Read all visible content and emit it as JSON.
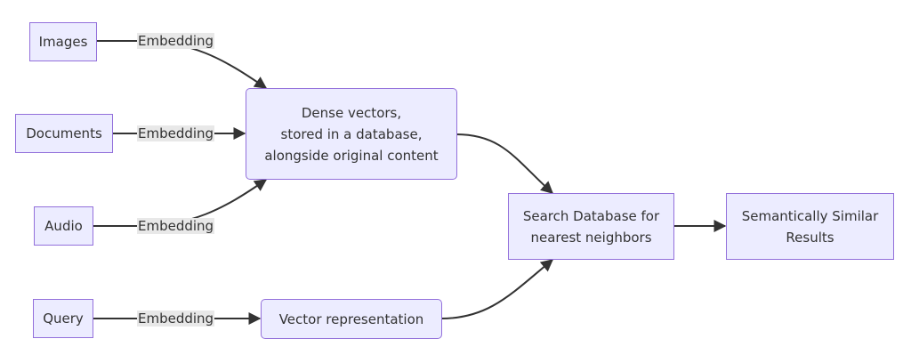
{
  "diagram": {
    "nodes": {
      "images": "Images",
      "documents": "Documents",
      "audio": "Audio",
      "query": "Query",
      "dense_vectors": [
        "Dense vectors,",
        "stored in a database,",
        "alongside original content"
      ],
      "vector_representation": "Vector representation",
      "search_database": [
        "Search Database for",
        "nearest neighbors"
      ],
      "results": [
        "Semantically Similar",
        "Results"
      ]
    },
    "edge_labels": {
      "images_embedding": "Embedding",
      "documents_embedding": "Embedding",
      "audio_embedding": "Embedding",
      "query_embedding": "Embedding"
    },
    "colors": {
      "node_fill": "#ececff",
      "node_border": "#9370db",
      "edge": "#333333",
      "edge_label_bg": "#e8e8e8"
    }
  }
}
